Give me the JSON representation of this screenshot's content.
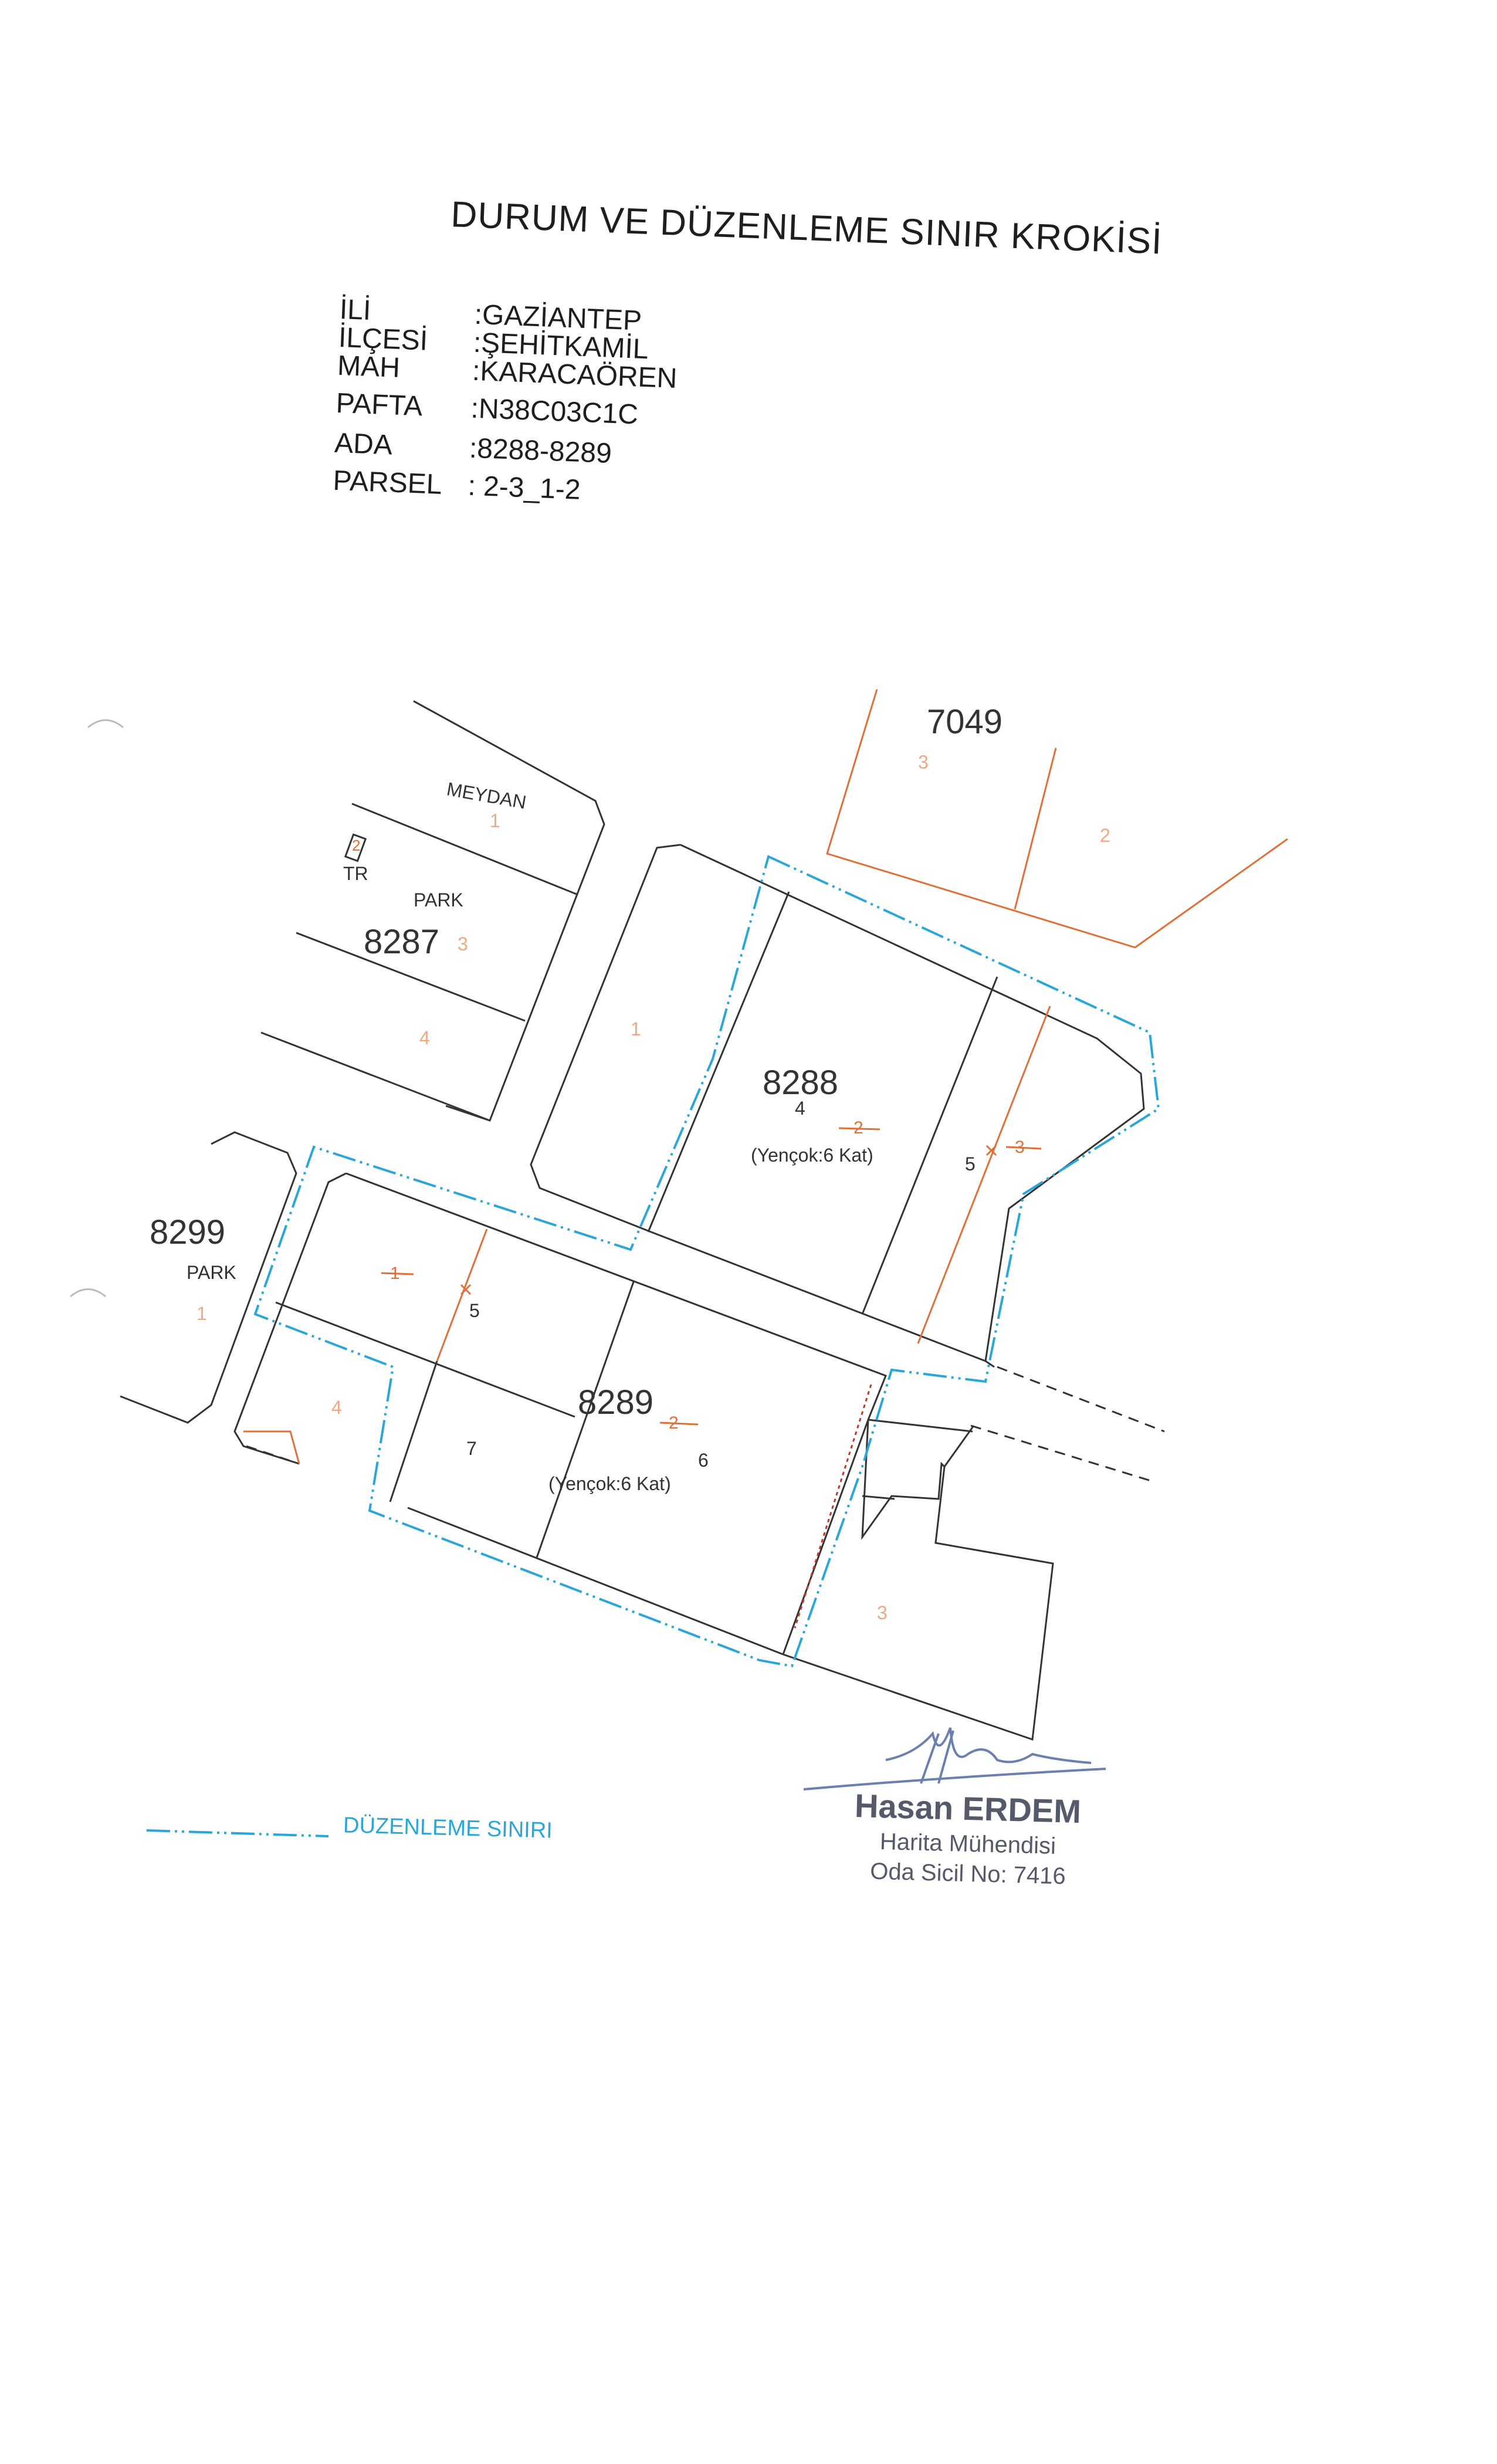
{
  "title": "DURUM VE DÜZENLEME SINIR KROKİSİ",
  "info": [
    {
      "key": "İLİ",
      "value": ":GAZİANTEP"
    },
    {
      "key": "İLÇESİ",
      "value": ":ŞEHİTKAMİL"
    },
    {
      "key": "MAH",
      "value": ":KARACAÖREN"
    },
    {
      "key": "PAFTA",
      "value": ":N38C03C1C"
    },
    {
      "key": "ADA",
      "value": ":8288-8289"
    },
    {
      "key": "PARSEL",
      "value": ": 2-3_1-2"
    }
  ],
  "map": {
    "blocks": {
      "b7049": "7049",
      "b8287": "8287",
      "b8288": "8288",
      "b8289": "8289",
      "b8299": "8299"
    },
    "area_labels": {
      "meydan": "MEYDAN",
      "park_8287": "PARK",
      "park_8299": "PARK",
      "tr": "TR"
    },
    "parcel_numbers": {
      "p7049_3": "3",
      "p7049_2": "2",
      "p8287_1": "1",
      "p8287_3": "3",
      "p8287_4": "4",
      "p_tr": "2",
      "p8288_1": "1",
      "p8288_4": "4",
      "p8288_5": "5",
      "p8288_new2": "2",
      "p8288_new3": "3",
      "p8289_5": "5",
      "p8289_6": "6",
      "p8289_7": "7",
      "p8289_4": "4",
      "p8289_new1": "1",
      "p8289_new2": "2",
      "p8299_1": "1",
      "p_bottom_3": "3"
    },
    "building_notes": {
      "n8288": "(Yençok:6 Kat)",
      "n8289": "(Yençok:6 Kat)"
    },
    "colors": {
      "boundary": "#2aa7d8",
      "new_parcel": "#e0703a",
      "existing": "#333333"
    }
  },
  "legend": {
    "label": "DÜZENLEME SINIRI"
  },
  "signature": {
    "name": "Hasan ERDEM",
    "role": "Harita Mühendisi",
    "chamber": "Oda Sicil No: 7416"
  }
}
